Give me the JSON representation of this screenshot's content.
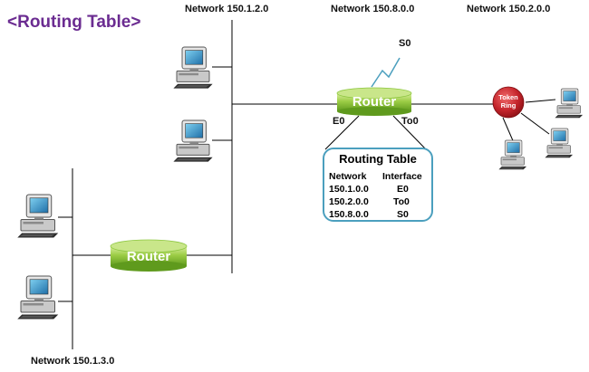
{
  "title": "<Routing Table>",
  "networks": {
    "top_left": "Network 150.1.2.0",
    "top_middle": "Network 150.8.0.0",
    "top_right": "Network 150.2.0.0",
    "bottom_left": "Network 150.1.3.0"
  },
  "routers": {
    "main": "Router",
    "secondary": "Router"
  },
  "interfaces": {
    "serial": "S0",
    "ethernet": "E0",
    "token": "To0"
  },
  "token_ring": {
    "line1": "Token",
    "line2": "Ring"
  },
  "routing_table": {
    "title": "Routing Table",
    "headers": [
      "Network",
      "Interface"
    ],
    "rows": [
      [
        "150.1.0.0",
        "E0"
      ],
      [
        "150.2.0.0",
        "To0"
      ],
      [
        "150.8.0.0",
        "S0"
      ]
    ]
  },
  "colors": {
    "title": "#6b2c91",
    "router_green": "#8cc63f",
    "token_ring_red": "#c4242b",
    "table_border": "#4b9fbe"
  }
}
